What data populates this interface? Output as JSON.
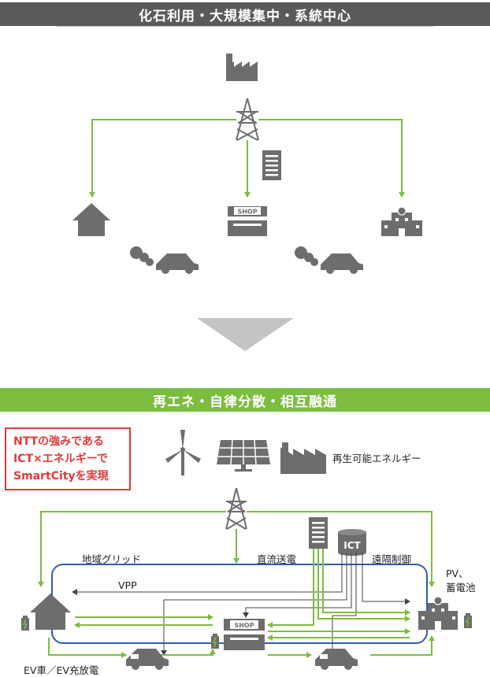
{
  "top_section": {
    "title": "化石利用・大規模集中・系統中心"
  },
  "bottom_section": {
    "title": "再エネ・自律分散・相互融通",
    "callout_lines": [
      "NTTの強みである",
      "ICT×エネルギーで",
      "SmartCityを実現"
    ],
    "renewables_label": "再生可能エネルギー",
    "local_grid_label": "地域グリッド",
    "dc_label": "直流送電",
    "remote_label": "遠隔制御",
    "vpp_label": "VPP",
    "pv_label_1": "PV、",
    "pv_label_2": "蓄電池",
    "ev_label": "EV車／EV充放電",
    "ict_label": "ICT"
  },
  "shop_label": "SHOP",
  "colors": {
    "line_green": "#7cbd3f",
    "icon_gray": "#6d6d6d",
    "banner_gray": "#5a5a5a",
    "grid_blue": "#2e5fa8",
    "callout_red": "#e03a3a"
  }
}
